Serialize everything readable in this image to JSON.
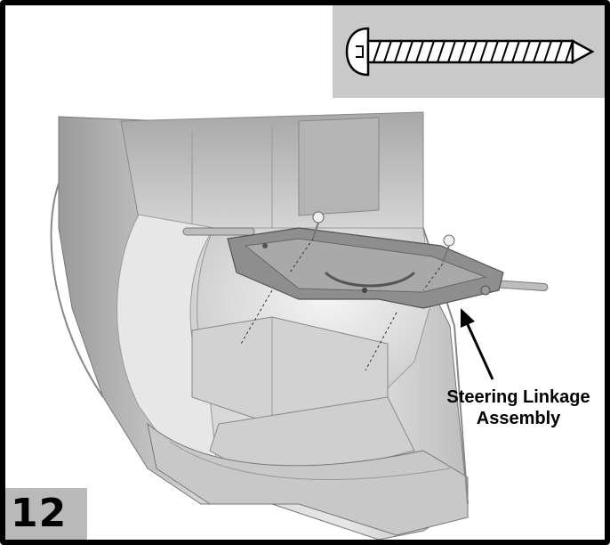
{
  "step": {
    "number": "12"
  },
  "callout": {
    "line1": "Steering Linkage",
    "line2": "Assembly"
  },
  "icons": {
    "screw": "screw-icon",
    "arrow": "arrow-icon"
  },
  "colors": {
    "frame": "#000000",
    "screw_panel": "#c9c9c9",
    "step_panel": "#b9b9b9",
    "part": "#dcdcdc"
  }
}
